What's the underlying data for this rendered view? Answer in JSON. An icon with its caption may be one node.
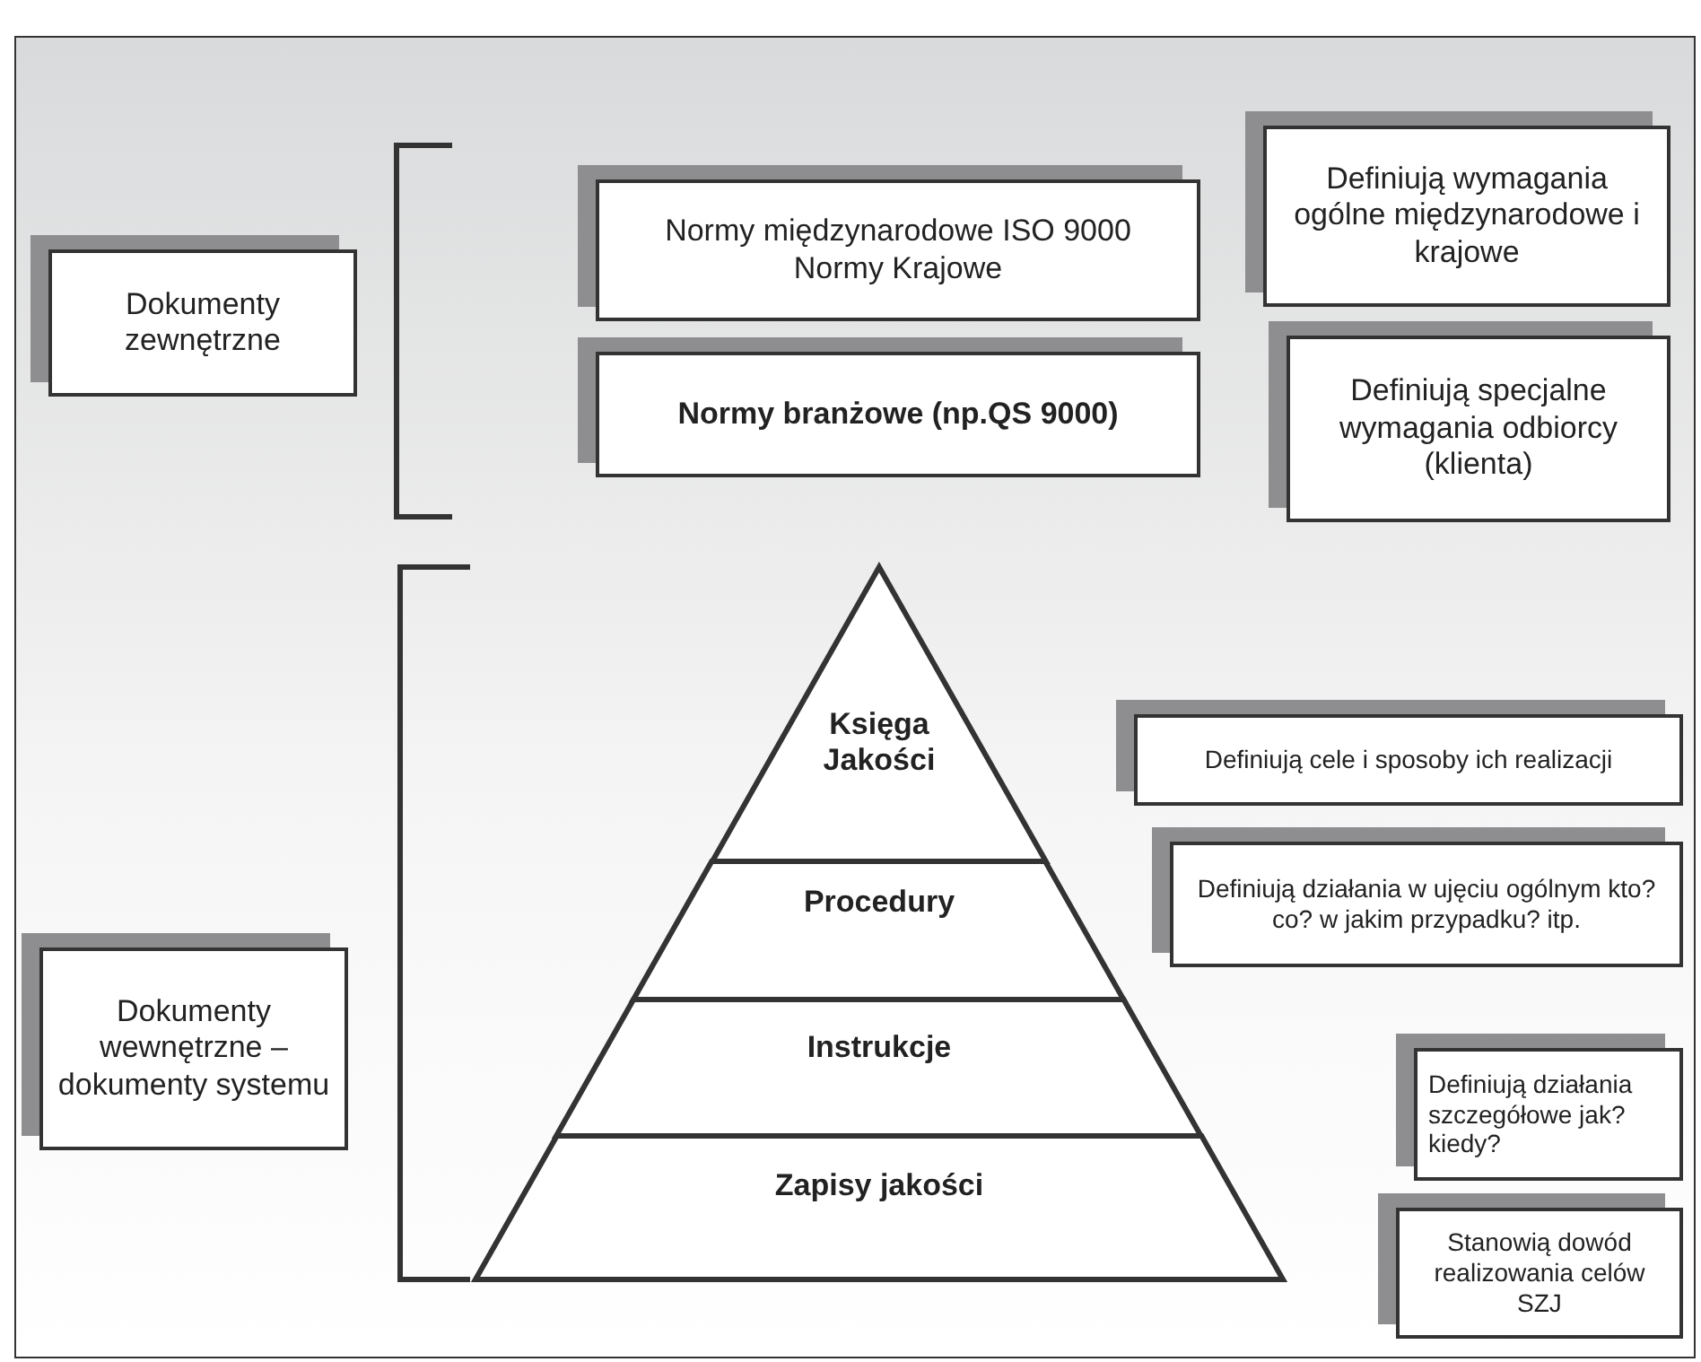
{
  "diagram": {
    "nodes": [
      {
        "text": [
          "Dokumenty zewnętrzne"
        ]
      },
      {
        "text": [
          "Normy międzynarodowe ISO 9000",
          "Normy Krajowe"
        ]
      },
      {
        "text": [
          "Normy branżowe (np.QS 9000)"
        ]
      },
      {
        "text": [
          "Definiują wymagania ogólne międzynarodowe i krajowe"
        ]
      },
      {
        "text": [
          "Definiują specjalne wymagania odbiorcy (klienta)"
        ]
      },
      {
        "text": [
          "Księga Jakości"
        ]
      },
      {
        "text": [
          "Procedury"
        ]
      },
      {
        "text": [
          "Instrukcje"
        ]
      },
      {
        "text": [
          "Zapisy jakości"
        ]
      },
      {
        "text": [
          "Definiują cele i sposoby ich realizacji"
        ]
      },
      {
        "text": [
          "Definiują działania w ujęciu ogólnym kto? co? w jakim przypadku? itp."
        ]
      },
      {
        "text": [
          "Definiują działania szczegółowe jak? kiedy?"
        ]
      },
      {
        "text": [
          "Stanowią dowód realizowania celów SZJ"
        ]
      },
      {
        "text": [
          "Dokumenty wewnętrzne – dokumenty systemu"
        ]
      }
    ],
    "edges": []
  }
}
